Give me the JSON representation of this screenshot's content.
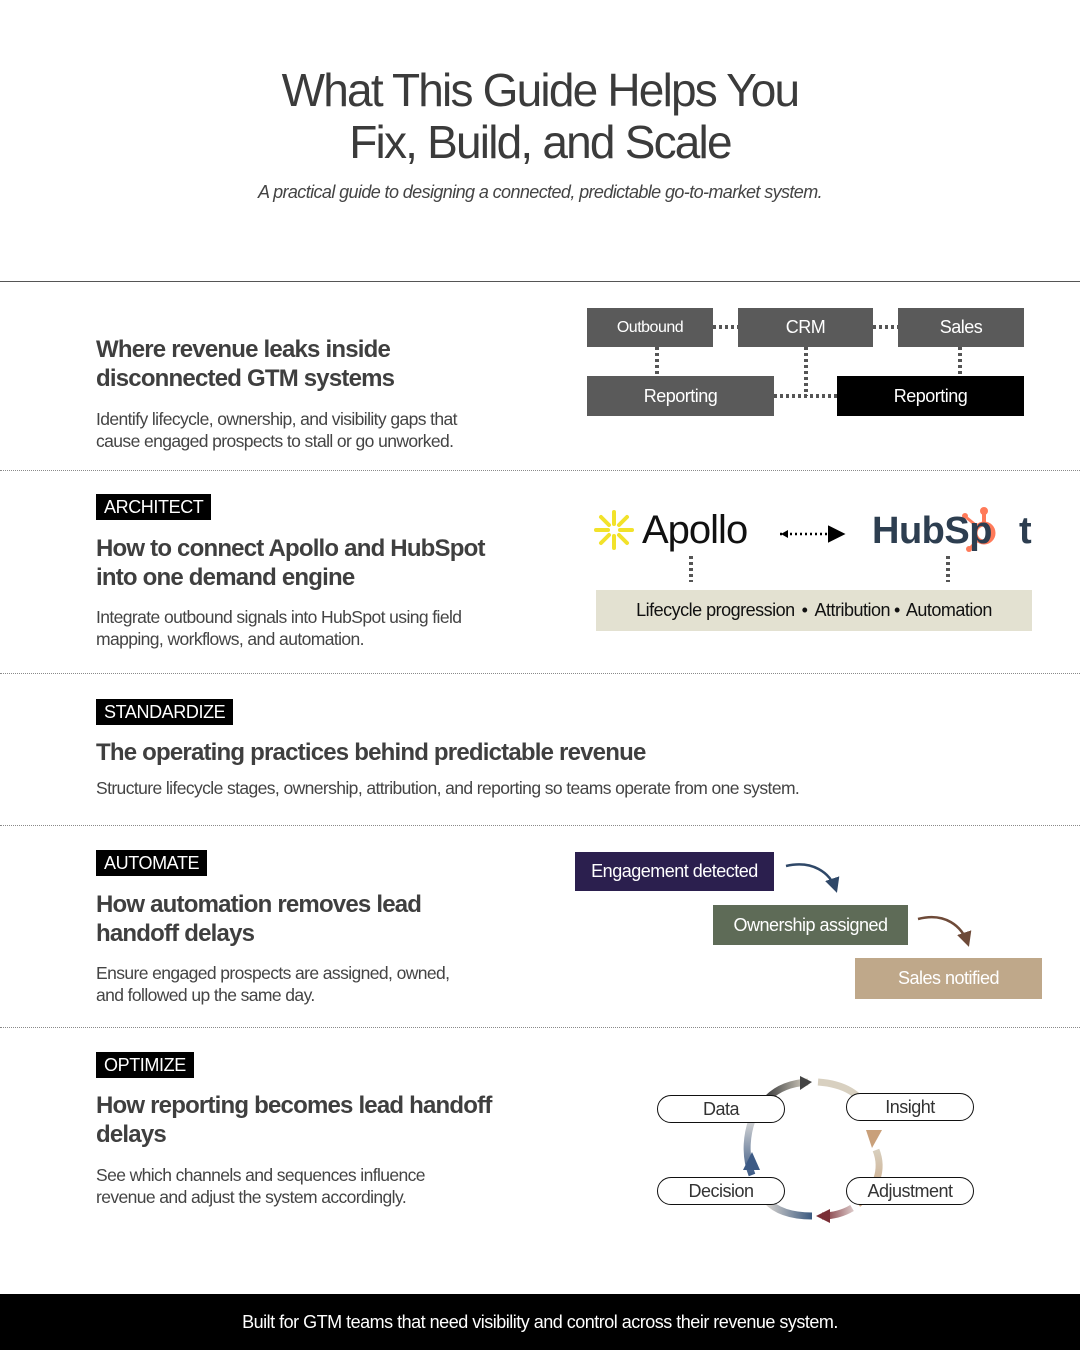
{
  "header": {
    "title_line1": "What This Guide Helps You",
    "title_line2": "Fix, Build, and Scale",
    "subtitle": "A practical guide to designing a connected, predictable go-to-market system."
  },
  "sections": {
    "leaks": {
      "heading_line1": "Where revenue leaks inside",
      "heading_line2": "disconnected GTM systems",
      "desc_line1": "Identify lifecycle, ownership, and visibility gaps that",
      "desc_line2": "cause engaged prospects to stall or go unworked.",
      "diagram": {
        "outbound": "Outbound",
        "crm": "CRM",
        "sales": "Sales",
        "reporting_left": "Reporting",
        "reporting_right": "Reporting"
      }
    },
    "architect": {
      "tag": "ARCHITECT",
      "heading_line1": "How to connect Apollo and HubSpot",
      "heading_line2": "into one demand engine",
      "desc_line1": "Integrate outbound signals into HubSpot using field",
      "desc_line2": "mapping, workflows, and automation.",
      "diagram": {
        "apollo_logo": "Apollo",
        "hubspot_logo": "HubSpot",
        "bar_item1": "Lifecycle progression",
        "bar_item2": "Attribution",
        "bar_item3": "Automation",
        "bullet": "•"
      }
    },
    "standardize": {
      "tag": "STANDARDIZE",
      "heading": "The operating practices behind predictable revenue",
      "desc": "Structure lifecycle stages, ownership, attribution, and reporting so teams operate from one system."
    },
    "automate": {
      "tag": "AUTOMATE",
      "heading_line1": "How automation removes lead",
      "heading_line2": "handoff delays",
      "desc_line1": "Ensure engaged prospects are assigned, owned,",
      "desc_line2": "and followed up the same day.",
      "diagram": {
        "step1": "Engagement detected",
        "step2": "Ownership assigned",
        "step3": "Sales notified",
        "step1_color": "#2b1f4e",
        "step2_color": "#5e6b57",
        "step3_color": "#bfa88a"
      }
    },
    "optimize": {
      "tag": "OPTIMIZE",
      "heading_line1": "How reporting becomes lead handoff",
      "heading_line2": "delays",
      "desc_line1": "See which channels and sequences influence",
      "desc_line2": "revenue and adjust the system accordingly.",
      "diagram": {
        "data": "Data",
        "insight": "Insight",
        "decision": "Decision",
        "adjustment": "Adjustment"
      }
    }
  },
  "footer": {
    "text": "Built for GTM teams that need visibility and control across their revenue system."
  },
  "colors": {
    "dark_box": "#5a5a5a",
    "black_box": "#000000",
    "bar_bg": "#e3e1d1",
    "apollo_yellow": "#f2e22a",
    "hubspot_navy": "#2d3e50",
    "hubspot_orange": "#ff7a59"
  }
}
